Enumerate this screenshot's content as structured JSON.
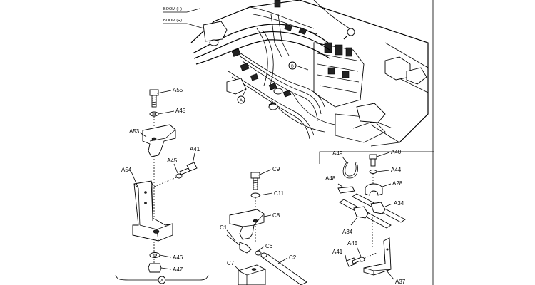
{
  "header_labels": {
    "boom_h": "BOOM (H)",
    "boom_r": "BOOM (R)"
  },
  "marker_a": "A",
  "marker_b": "B",
  "group_a_marker": "A",
  "callouts": {
    "a55": "A55",
    "a45_top": "A45",
    "a53": "A53",
    "a41_left": "A41",
    "a45_mid": "A45",
    "a54": "A54",
    "a46": "A46",
    "a47": "A47",
    "c9": "C9",
    "c11": "C11",
    "c8": "C8",
    "c1": "C1",
    "c6": "C6",
    "c2": "C2",
    "c7": "C7",
    "a49": "A49",
    "a40": "A40",
    "a44": "A44",
    "a48": "A48",
    "a28": "A28",
    "a34_right": "A34",
    "a34_left": "A34",
    "a45_right": "A45",
    "a41_right": "A41",
    "a37": "A37"
  }
}
